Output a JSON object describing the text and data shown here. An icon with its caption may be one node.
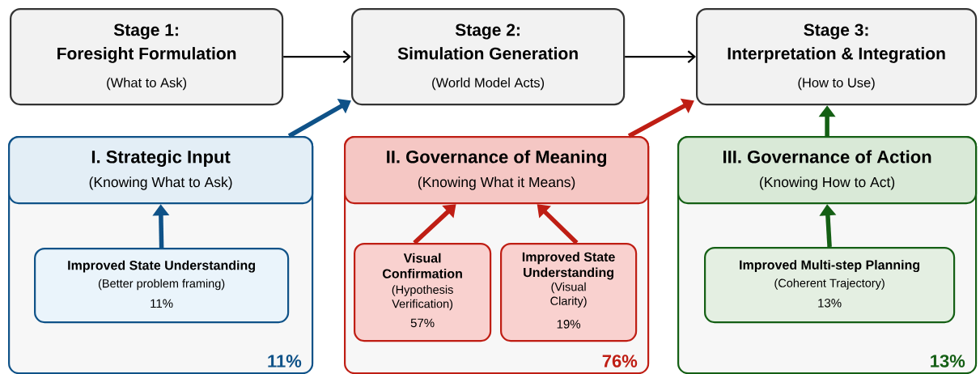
{
  "diagram": {
    "nodes": [
      {
        "text": [
          "Stage 1:",
          "Foresight Formulation",
          "(What to Ask)"
        ]
      },
      {
        "text": [
          "Stage 2:",
          "Simulation Generation",
          "(World Model Acts)"
        ]
      },
      {
        "text": [
          "Stage 3:",
          "Interpretation & Integration",
          "(How to Use)"
        ]
      },
      {
        "text": [
          "11%"
        ]
      },
      {
        "text": [
          "I. Strategic Input",
          "(Knowing What to Ask)"
        ],
        "in": 3
      },
      {
        "text": [
          "Improved State Understanding",
          "(Better problem framing)",
          "11%"
        ],
        "in": 3
      },
      {
        "text": [
          "76%"
        ]
      },
      {
        "text": [
          "II. Governance of Meaning",
          "(Knowing What it Means)"
        ],
        "in": 6
      },
      {
        "text": [
          "Visual Confirmation",
          "(Hypothesis Verification)",
          "57%"
        ],
        "in": 6
      },
      {
        "text": [
          "Improved State Understanding",
          "(Visual Clarity)",
          "19%"
        ],
        "in": 6
      },
      {
        "text": [
          "13%"
        ]
      },
      {
        "text": [
          "III. Governance of Action",
          "(Knowing How to Act)"
        ],
        "in": 10
      },
      {
        "text": [
          "Improved Multi-step Planning",
          "(Coherent Trajectory)",
          "13%"
        ],
        "in": 10
      }
    ],
    "edges": [
      {
        "from": 0,
        "to": 1,
        "arrow": "to",
        "color": "#000000"
      },
      {
        "from": 1,
        "to": 2,
        "arrow": "to",
        "color": "#000000"
      },
      {
        "from": 4,
        "to": 1,
        "arrow": "to",
        "color": "#0f5288"
      },
      {
        "from": 7,
        "to": 2,
        "arrow": "to",
        "color": "#bf1e14"
      },
      {
        "from": 11,
        "to": 2,
        "arrow": "to",
        "color": "#145f14"
      },
      {
        "from": 5,
        "to": 4,
        "arrow": "to",
        "color": "#0f5288"
      },
      {
        "from": 8,
        "to": 7,
        "arrow": "to",
        "color": "#bf1e14"
      },
      {
        "from": 9,
        "to": 7,
        "arrow": "to",
        "color": "#bf1e14"
      },
      {
        "from": 12,
        "to": 11,
        "arrow": "to",
        "color": "#145f14"
      }
    ]
  }
}
